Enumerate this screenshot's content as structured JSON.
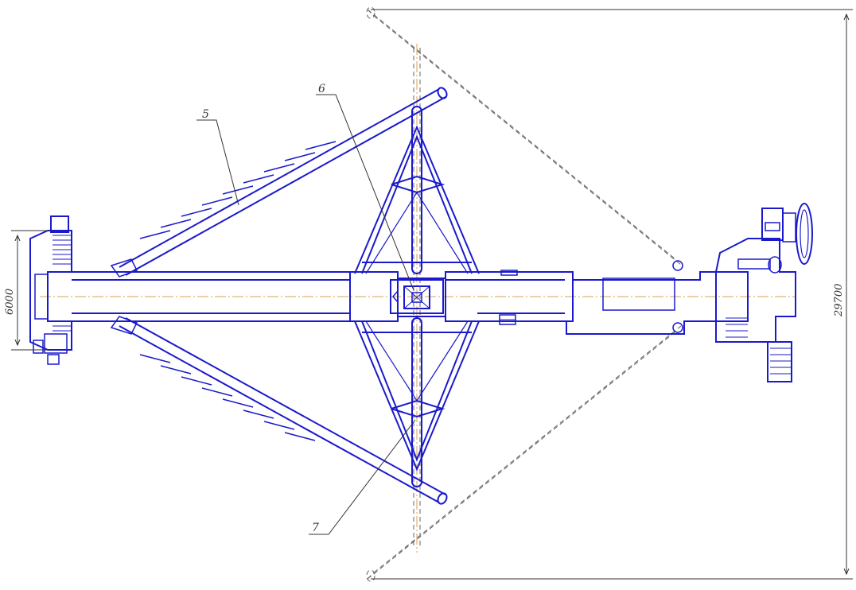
{
  "colors": {
    "outline": "#1a1acc",
    "centerline": "#d9a05a",
    "dashed": "#666666",
    "dimension": "#333333",
    "background": "#ffffff"
  },
  "callouts": {
    "c5": "5",
    "c6": "6",
    "c7": "7"
  },
  "dimensions": {
    "width": "6000",
    "length": "29700"
  }
}
